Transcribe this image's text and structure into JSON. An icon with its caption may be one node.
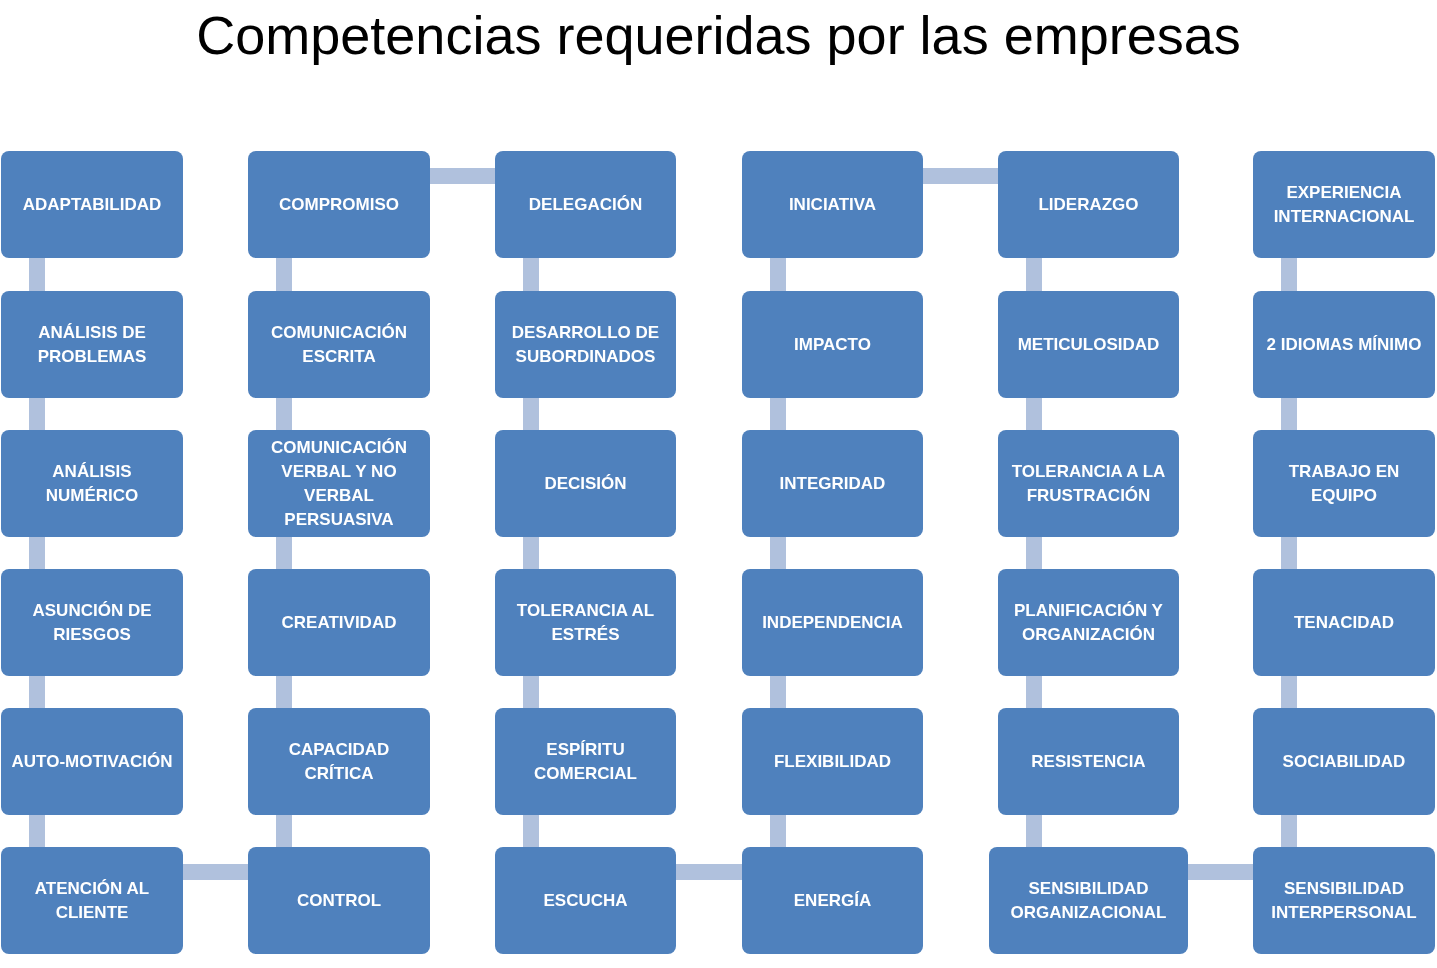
{
  "diagram": {
    "title": "Competencias requeridas por las empresas",
    "nodes": [
      {
        "text": [
          "ADAPTABILIDAD"
        ]
      },
      {
        "text": [
          "ANÁLISIS DE PROBLEMAS"
        ]
      },
      {
        "text": [
          "ANÁLISIS NUMÉRICO"
        ]
      },
      {
        "text": [
          "ASUNCIÓN DE RIESGOS"
        ]
      },
      {
        "text": [
          "AUTO-MOTIVACIÓN"
        ]
      },
      {
        "text": [
          "ATENCIÓN AL CLIENTE"
        ]
      },
      {
        "text": [
          "COMPROMISO"
        ]
      },
      {
        "text": [
          "COMUNICACIÓN ESCRITA"
        ]
      },
      {
        "text": [
          "COMUNICACIÓN VERBAL Y NO VERBAL PERSUASIVA"
        ]
      },
      {
        "text": [
          "CREATIVIDAD"
        ]
      },
      {
        "text": [
          "CAPACIDAD CRÍTICA"
        ]
      },
      {
        "text": [
          "CONTROL"
        ]
      },
      {
        "text": [
          "DELEGACIÓN"
        ]
      },
      {
        "text": [
          "DESARROLLO DE SUBORDINADOS"
        ]
      },
      {
        "text": [
          "DECISIÓN"
        ]
      },
      {
        "text": [
          "TOLERANCIA AL ESTRÉS"
        ]
      },
      {
        "text": [
          "ESPÍRITU COMERCIAL"
        ]
      },
      {
        "text": [
          "ESCUCHA"
        ]
      },
      {
        "text": [
          "INICIATIVA"
        ]
      },
      {
        "text": [
          "IMPACTO"
        ]
      },
      {
        "text": [
          "INTEGRIDAD"
        ]
      },
      {
        "text": [
          "INDEPENDENCIA"
        ]
      },
      {
        "text": [
          "FLEXIBILIDAD"
        ]
      },
      {
        "text": [
          "ENERGÍA"
        ]
      },
      {
        "text": [
          "LIDERAZGO"
        ]
      },
      {
        "text": [
          "METICULOSIDAD"
        ]
      },
      {
        "text": [
          "TOLERANCIA A LA FRUSTRACIÓN"
        ]
      },
      {
        "text": [
          "PLANIFICACIÓN Y ORGANIZACIÓN"
        ]
      },
      {
        "text": [
          "RESISTENCIA"
        ]
      },
      {
        "text": [
          "SENSIBILIDAD ORGANIZACIONAL"
        ]
      },
      {
        "text": [
          "EXPERIENCIA INTERNACIONAL"
        ]
      },
      {
        "text": [
          "2 IDIOMAS MÍNIMO"
        ]
      },
      {
        "text": [
          "TRABAJO EN EQUIPO"
        ]
      },
      {
        "text": [
          "TENACIDAD"
        ]
      },
      {
        "text": [
          "SOCIABILIDAD"
        ]
      },
      {
        "text": [
          "SENSIBILIDAD INTERPERSONAL"
        ]
      }
    ],
    "edges": [
      {
        "from": 0,
        "to": 1,
        "arrow": "none"
      },
      {
        "from": 1,
        "to": 2,
        "arrow": "none"
      },
      {
        "from": 2,
        "to": 3,
        "arrow": "none"
      },
      {
        "from": 3,
        "to": 4,
        "arrow": "none"
      },
      {
        "from": 4,
        "to": 5,
        "arrow": "none"
      },
      {
        "from": 5,
        "to": 11,
        "arrow": "none"
      },
      {
        "from": 11,
        "to": 10,
        "arrow": "none"
      },
      {
        "from": 10,
        "to": 9,
        "arrow": "none"
      },
      {
        "from": 9,
        "to": 8,
        "arrow": "none"
      },
      {
        "from": 8,
        "to": 7,
        "arrow": "none"
      },
      {
        "from": 7,
        "to": 6,
        "arrow": "none"
      },
      {
        "from": 6,
        "to": 12,
        "arrow": "none"
      },
      {
        "from": 12,
        "to": 13,
        "arrow": "none"
      },
      {
        "from": 13,
        "to": 14,
        "arrow": "none"
      },
      {
        "from": 14,
        "to": 15,
        "arrow": "none"
      },
      {
        "from": 15,
        "to": 16,
        "arrow": "none"
      },
      {
        "from": 16,
        "to": 17,
        "arrow": "none"
      },
      {
        "from": 17,
        "to": 23,
        "arrow": "none"
      },
      {
        "from": 23,
        "to": 22,
        "arrow": "none"
      },
      {
        "from": 22,
        "to": 21,
        "arrow": "none"
      },
      {
        "from": 21,
        "to": 20,
        "arrow": "none"
      },
      {
        "from": 20,
        "to": 19,
        "arrow": "none"
      },
      {
        "from": 19,
        "to": 18,
        "arrow": "none"
      },
      {
        "from": 18,
        "to": 24,
        "arrow": "none"
      },
      {
        "from": 24,
        "to": 25,
        "arrow": "none"
      },
      {
        "from": 25,
        "to": 26,
        "arrow": "none"
      },
      {
        "from": 26,
        "to": 27,
        "arrow": "none"
      },
      {
        "from": 27,
        "to": 28,
        "arrow": "none"
      },
      {
        "from": 28,
        "to": 29,
        "arrow": "none"
      },
      {
        "from": 29,
        "to": 35,
        "arrow": "none"
      },
      {
        "from": 35,
        "to": 34,
        "arrow": "none"
      },
      {
        "from": 34,
        "to": 33,
        "arrow": "none"
      },
      {
        "from": 33,
        "to": 32,
        "arrow": "none"
      },
      {
        "from": 32,
        "to": 31,
        "arrow": "none"
      },
      {
        "from": 31,
        "to": 30,
        "arrow": "none"
      }
    ]
  }
}
